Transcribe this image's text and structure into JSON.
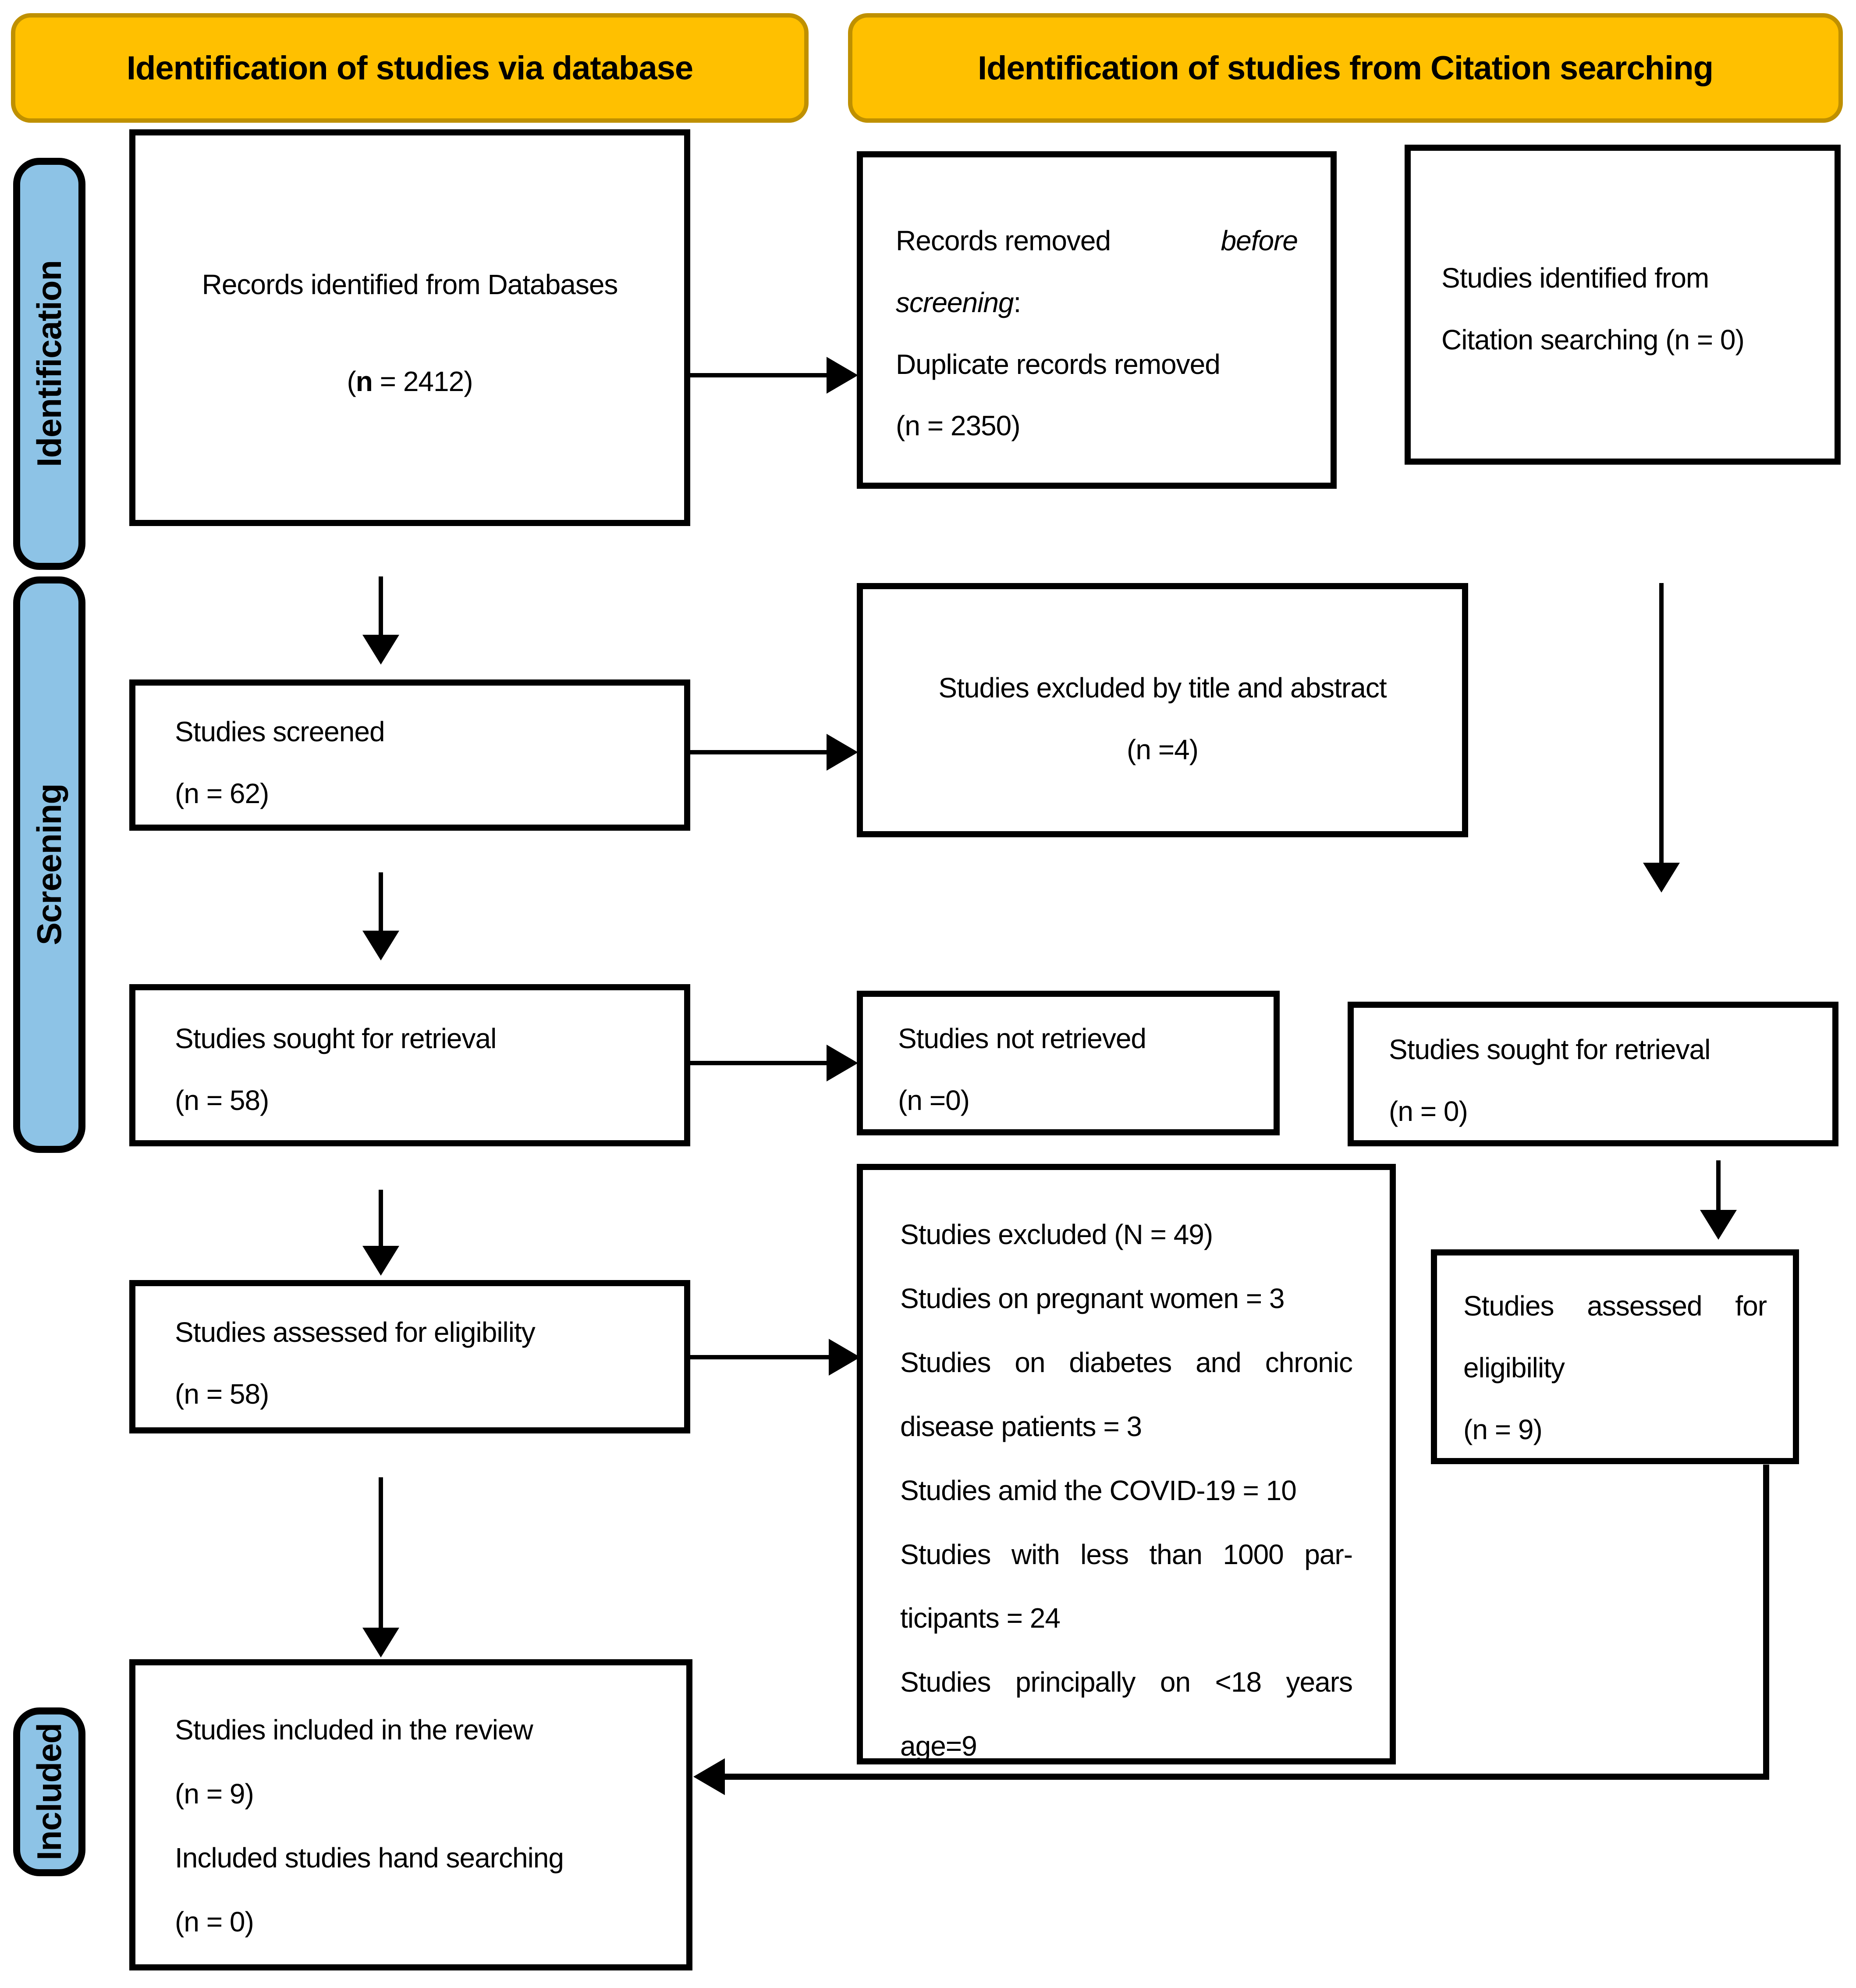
{
  "colors": {
    "header_fill": "#FFC000",
    "header_border": "#BF9000",
    "stage_fill": "#8DC3E6",
    "box_border": "#000000"
  },
  "headers": {
    "database": "Identification of studies via database",
    "citation": "Identification of studies from Citation searching"
  },
  "stages": {
    "identification": "Identification",
    "screening": "Screening",
    "included": "Included"
  },
  "boxes": {
    "records_identified": {
      "l1": "Records identified from Databases",
      "n_open": "(",
      "n_bold": "n",
      "n_rest": " = 2412)"
    },
    "records_removed": {
      "l1_normal": "Records removed",
      "l1_italic": "before",
      "l2_italic": "screening",
      "l2_colon": ":",
      "l3": "Duplicate records removed",
      "l4": "(n = 2350)"
    },
    "citation_identified": {
      "l1": "Studies identified from",
      "l2": "Citation searching (n = 0)"
    },
    "studies_screened": {
      "l1": "Studies screened",
      "l2": "(n = 62)"
    },
    "excluded_title_abstract": {
      "l1": "Studies excluded by title and abstract",
      "l2": "(n =4)"
    },
    "sought_retrieval_left": {
      "l1": "Studies sought for retrieval",
      "l2": "(n = 58)"
    },
    "not_retrieved": {
      "l1": "Studies not retrieved",
      "l2": "(n =0)"
    },
    "sought_retrieval_right": {
      "l1": "Studies sought for retrieval",
      "l2": "(n = 0)"
    },
    "assessed_left": {
      "l1": "Studies assessed for eligibility",
      "l2": "(n = 58)"
    },
    "excluded_details": {
      "lines": [
        "Studies excluded (N = 49)",
        "Studies on pregnant women = 3",
        "Studies on diabetes and chronic",
        "disease patients = 3",
        "Studies amid the COVID-19 = 10",
        "Studies with less than 1000 par-",
        "ticipants = 24",
        "Studies principally on <18 years",
        "age=9"
      ]
    },
    "assessed_right": {
      "l1": "Studies assessed for",
      "l2": "eligibility",
      "l3": "(n = 9)"
    },
    "included_review": {
      "l1": "Studies included in the review",
      "l2": "(n = 9)",
      "l3": "Included studies hand searching",
      "l4": "(n = 0)"
    }
  }
}
